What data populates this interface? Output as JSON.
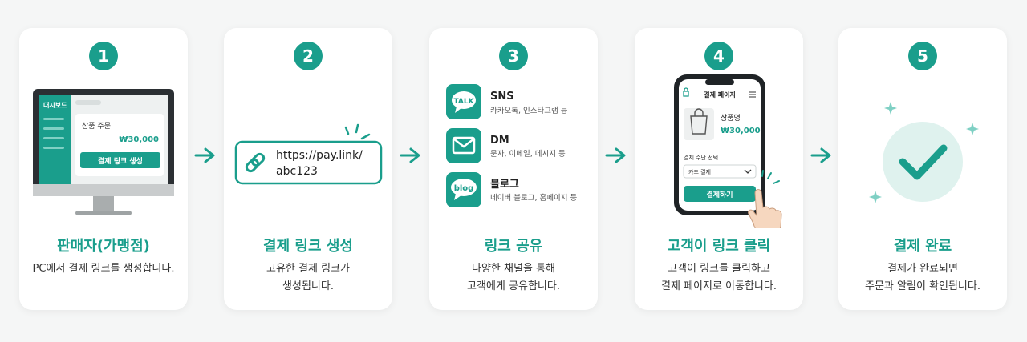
{
  "steps": [
    {
      "number": "1",
      "title": "판매자(가맹점)",
      "desc": [
        "PC에서 결제 링크를 생성합니다."
      ]
    },
    {
      "number": "2",
      "title": "결제 링크 생성",
      "desc": [
        "고유한 결제 링크가",
        "생성됩니다."
      ]
    },
    {
      "number": "3",
      "title": "링크 공유",
      "desc": [
        "다양한 채널을 통해",
        "고객에게 공유합니다."
      ]
    },
    {
      "number": "4",
      "title": "고객이 링크 클릭",
      "desc": [
        "고객이 링크를 클릭하고",
        "결제 페이지로 이동합니다."
      ]
    },
    {
      "number": "5",
      "title": "결제 완료",
      "desc": [
        "결제가 완료되면",
        "주문과 알림이 확인됩니다."
      ]
    }
  ],
  "dashboard": {
    "sidebar_title": "대시보드",
    "order_label": "상품 주문",
    "price": "₩30,000",
    "button": "결제 링크 생성"
  },
  "link": {
    "url_line1": "https://pay.link/",
    "url_line2": "abc123"
  },
  "channels": [
    {
      "icon": "TALK",
      "name": "SNS",
      "sub": "카카오톡, 인스타그램 등"
    },
    {
      "icon": "mail",
      "name": "DM",
      "sub": "문자, 이메일, 메시지 등"
    },
    {
      "icon": "blog",
      "name": "블로그",
      "sub": "네이버 블로그, 홈페이지 등"
    }
  ],
  "phone": {
    "header": "결제 페이지",
    "product": "상품명",
    "price": "₩30,000",
    "method_label": "결제 수단 선택",
    "method_value": "카드 결제",
    "pay_button": "결제하기"
  },
  "colors": {
    "accent": "#1a9e8c",
    "accent_light": "#dff2ee"
  }
}
